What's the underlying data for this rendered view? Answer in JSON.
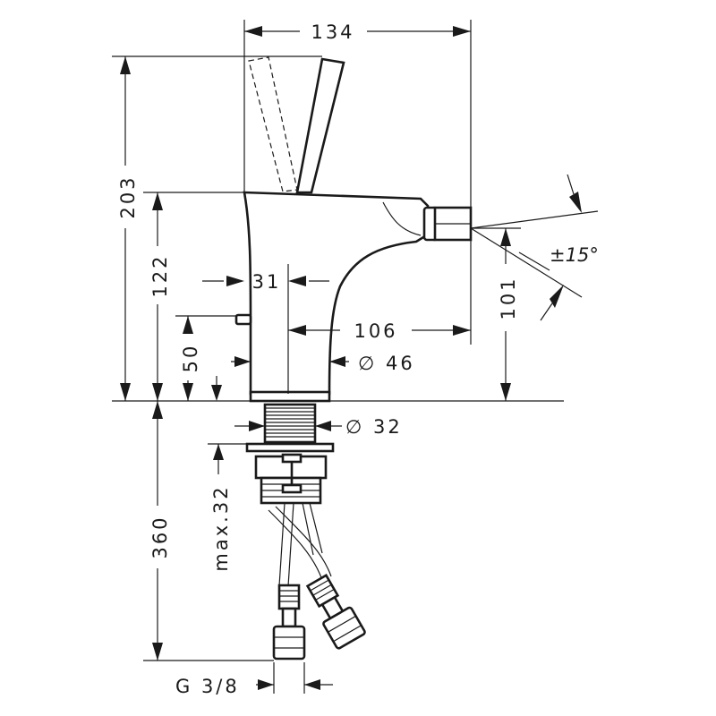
{
  "dimensions": {
    "width_top": "134",
    "height_total": "203",
    "height_body": "122",
    "height_lever": "50",
    "spout_height": "101",
    "spout_reach": "106",
    "lever_offset": "31",
    "body_diameter": "∅ 46",
    "shank_diameter": "∅ 32",
    "shank_length": "360",
    "max_thickness": "max.32",
    "thread": "G 3/8",
    "angle": "±15°"
  }
}
